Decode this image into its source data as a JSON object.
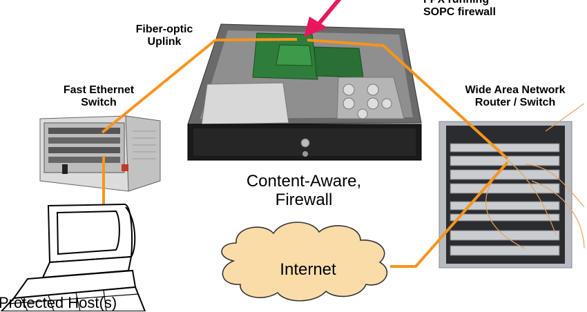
{
  "labels": {
    "fpx_line1": "FPX running",
    "fpx_line2": "SOPC firewall",
    "fiber_line1": "Fiber-optic",
    "fiber_line2": "Uplink",
    "switch_line1": "Fast Ethernet",
    "switch_line2": "Switch",
    "wan_line1": "Wide Area Network",
    "wan_line2": "Router / Switch",
    "firewall_line1": "Content-Aware,",
    "firewall_line2": "Firewall",
    "internet": "Internet",
    "host": "Protected Host(s)"
  },
  "colors": {
    "link": "#f7941d",
    "arrow": "#e8175d",
    "cloud_fill": "#f9dca8",
    "chassis": "#1a1a1a",
    "board": "#2f7d3b"
  },
  "icons": {
    "switch": "ethernet-switch-icon",
    "firewall": "firewall-server-icon",
    "router": "router-rack-icon",
    "cloud": "internet-cloud-icon",
    "host": "computer-icon"
  }
}
